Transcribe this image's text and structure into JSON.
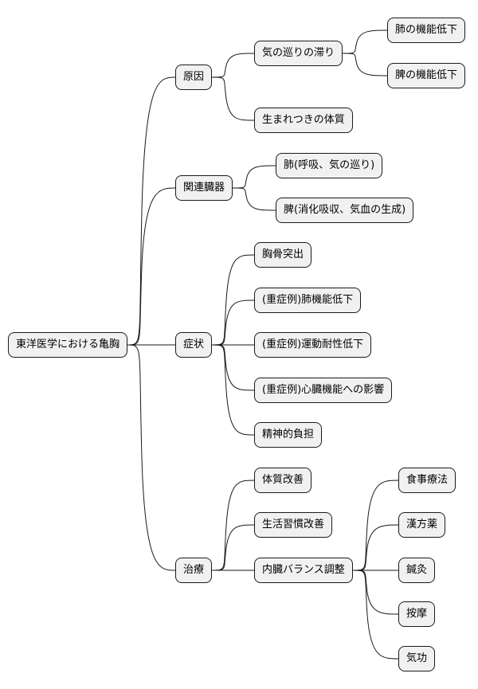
{
  "root": "東洋医学における亀胸",
  "branches": {
    "cause": {
      "label": "原因",
      "qi_stagnation": "気の巡りの滞り",
      "lung_decline": "肺の機能低下",
      "spleen_decline": "脾の機能低下",
      "constitution": "生まれつきの体質"
    },
    "organs": {
      "label": "関連臓器",
      "lung": "肺(呼吸、気の巡り)",
      "spleen": "脾(消化吸収、気血の生成)"
    },
    "symptoms": {
      "label": "症状",
      "chest_protrusion": "胸骨突出",
      "severe_lung": "(重症例)肺機能低下",
      "severe_exercise": "(重症例)運動耐性低下",
      "severe_heart": "(重症例)心臓機能への影響",
      "mental_burden": "精神的負担"
    },
    "treatment": {
      "label": "治療",
      "constitution_improve": "体質改善",
      "lifestyle_improve": "生活習慣改善",
      "organ_balance": "内臓バランス調整",
      "diet": "食事療法",
      "herbal": "漢方薬",
      "acupuncture": "鍼灸",
      "massage": "按摩",
      "qigong": "気功"
    }
  }
}
